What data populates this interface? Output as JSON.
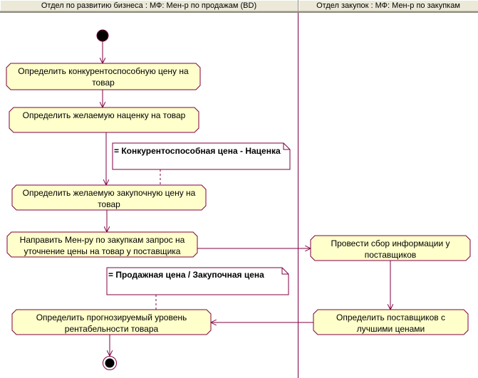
{
  "colors": {
    "line": "#800040",
    "activity_fill": "#ffffcc",
    "header_bg": "#ece9d8",
    "node_fill": "#000000"
  },
  "swimlanes": [
    {
      "label": "Отдел по развитию бизнеса : МФ: Мен-р по продажам (BD)"
    },
    {
      "label": "Отдел закупок : МФ: Мен-р по закупкам"
    }
  ],
  "activities": [
    {
      "id": "a1",
      "lane": 0,
      "lines": [
        "Определить конкурентоспособную цену на",
        "товар"
      ]
    },
    {
      "id": "a2",
      "lane": 0,
      "lines": [
        "Определить желаемую наценку на товар"
      ]
    },
    {
      "id": "a3",
      "lane": 0,
      "lines": [
        "Определить желаемую закупочную цену на",
        "товар"
      ]
    },
    {
      "id": "a4",
      "lane": 0,
      "lines": [
        "Направить Мен-ру по закупкам запрос на",
        "уточнение цены на товар у поставщика"
      ]
    },
    {
      "id": "a5",
      "lane": 0,
      "lines": [
        "Определить прогнозируемый уровень",
        "рентабельности товара"
      ]
    },
    {
      "id": "a6",
      "lane": 1,
      "lines": [
        "Провести сбор информации у",
        "поставщиков"
      ]
    },
    {
      "id": "a7",
      "lane": 1,
      "lines": [
        "Определить поставщиков с",
        "лучшими ценами"
      ]
    }
  ],
  "notes": [
    {
      "id": "n1",
      "text": "= Конкурентоспособная цена - Наценка",
      "attached_to": "a3"
    },
    {
      "id": "n2",
      "text": "= Продажная цена / Закупочная цена",
      "attached_to": "a5"
    }
  ],
  "transitions": [
    {
      "from": "start",
      "to": "a1"
    },
    {
      "from": "a1",
      "to": "a2"
    },
    {
      "from": "a2",
      "to": "a3"
    },
    {
      "from": "a3",
      "to": "a4"
    },
    {
      "from": "a4",
      "to": "a6"
    },
    {
      "from": "a6",
      "to": "a7"
    },
    {
      "from": "a7",
      "to": "a5"
    },
    {
      "from": "a5",
      "to": "end"
    }
  ],
  "nodes": {
    "start": {
      "type": "initial"
    },
    "end": {
      "type": "final"
    }
  }
}
